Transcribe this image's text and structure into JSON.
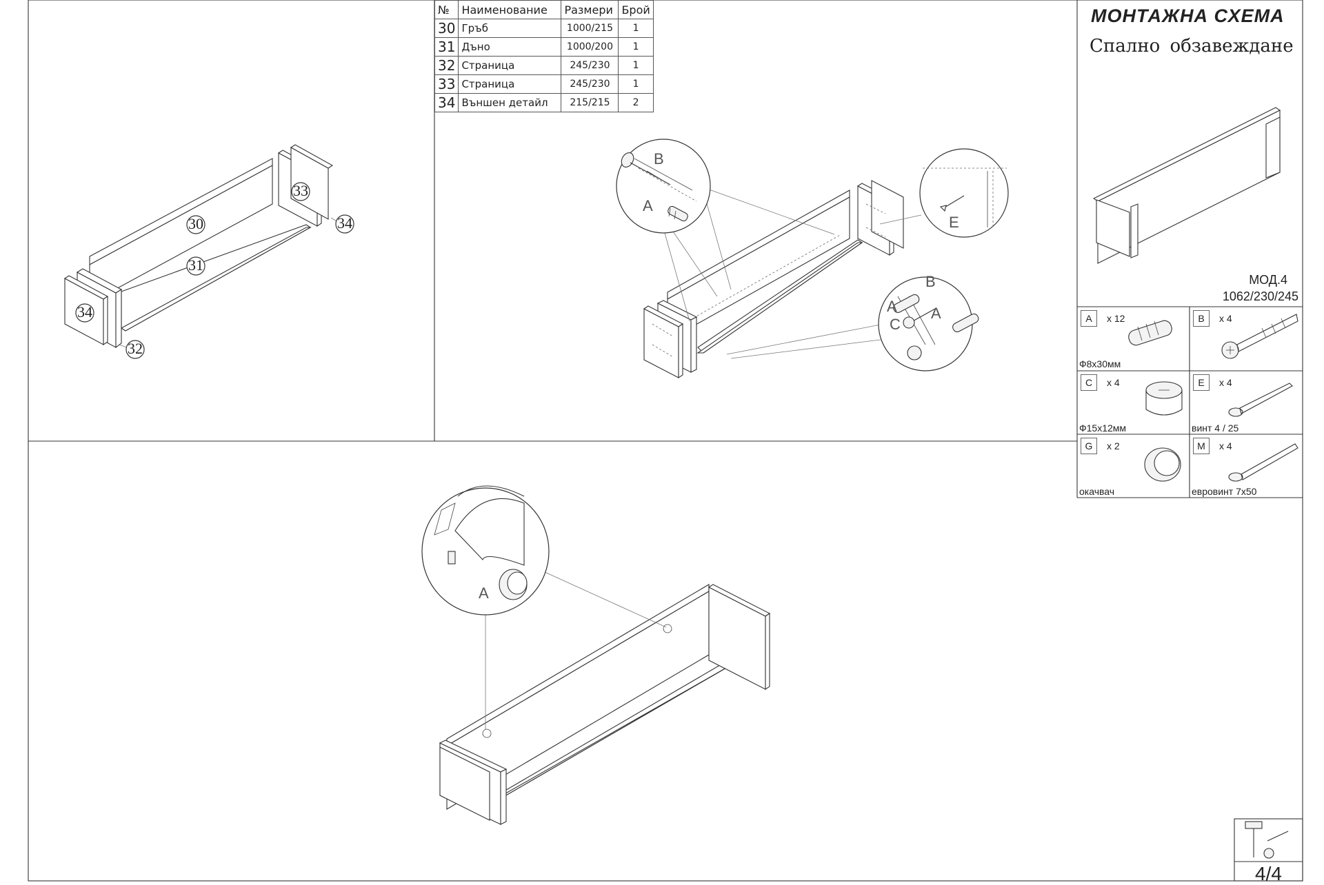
{
  "parts_table": {
    "headers": [
      "№",
      "Наименование",
      "Размери",
      "Брой"
    ],
    "rows": [
      {
        "no": "30",
        "name": "Гръб",
        "size": "1000/215",
        "qty": "1"
      },
      {
        "no": "31",
        "name": "Дъно",
        "size": "1000/200",
        "qty": "1"
      },
      {
        "no": "32",
        "name": "Страница",
        "size": "245/230",
        "qty": "1"
      },
      {
        "no": "33",
        "name": "Страница",
        "size": "245/230",
        "qty": "1"
      },
      {
        "no": "34",
        "name": "Външен детайл",
        "size": "215/215",
        "qty": "2"
      }
    ]
  },
  "title_block": {
    "title": "МОНТАЖНА СХЕМА",
    "subtitle": "Спално обзавеждане",
    "model": "МОД.4",
    "dimensions": "1062/230/245"
  },
  "hardware": [
    {
      "letter": "A",
      "qty": "x 12",
      "desc": "Ф8x30мм",
      "icon": "dowel-icon"
    },
    {
      "letter": "B",
      "qty": "x 4",
      "desc": "",
      "icon": "connector-bolt-icon"
    },
    {
      "letter": "C",
      "qty": "x 4",
      "desc": "Ф15x12мм",
      "icon": "cam-lock-icon"
    },
    {
      "letter": "E",
      "qty": "x 4",
      "desc": "винт 4 / 25",
      "icon": "wood-screw-icon"
    },
    {
      "letter": "G",
      "qty": "x 2",
      "desc": "окачвач",
      "icon": "hanger-icon"
    },
    {
      "letter": "M",
      "qty": "x 4",
      "desc": "евровинт 7x50",
      "icon": "euro-screw-icon"
    }
  ],
  "exploded_labels": {
    "back": "30",
    "bottom": "31",
    "side_left": "32",
    "side_right": "33",
    "outer_left": "34",
    "outer_right": "34"
  },
  "detail_labels": {
    "a": "A",
    "b": "B",
    "c": "C",
    "e": "E"
  },
  "page_number": "4/4"
}
